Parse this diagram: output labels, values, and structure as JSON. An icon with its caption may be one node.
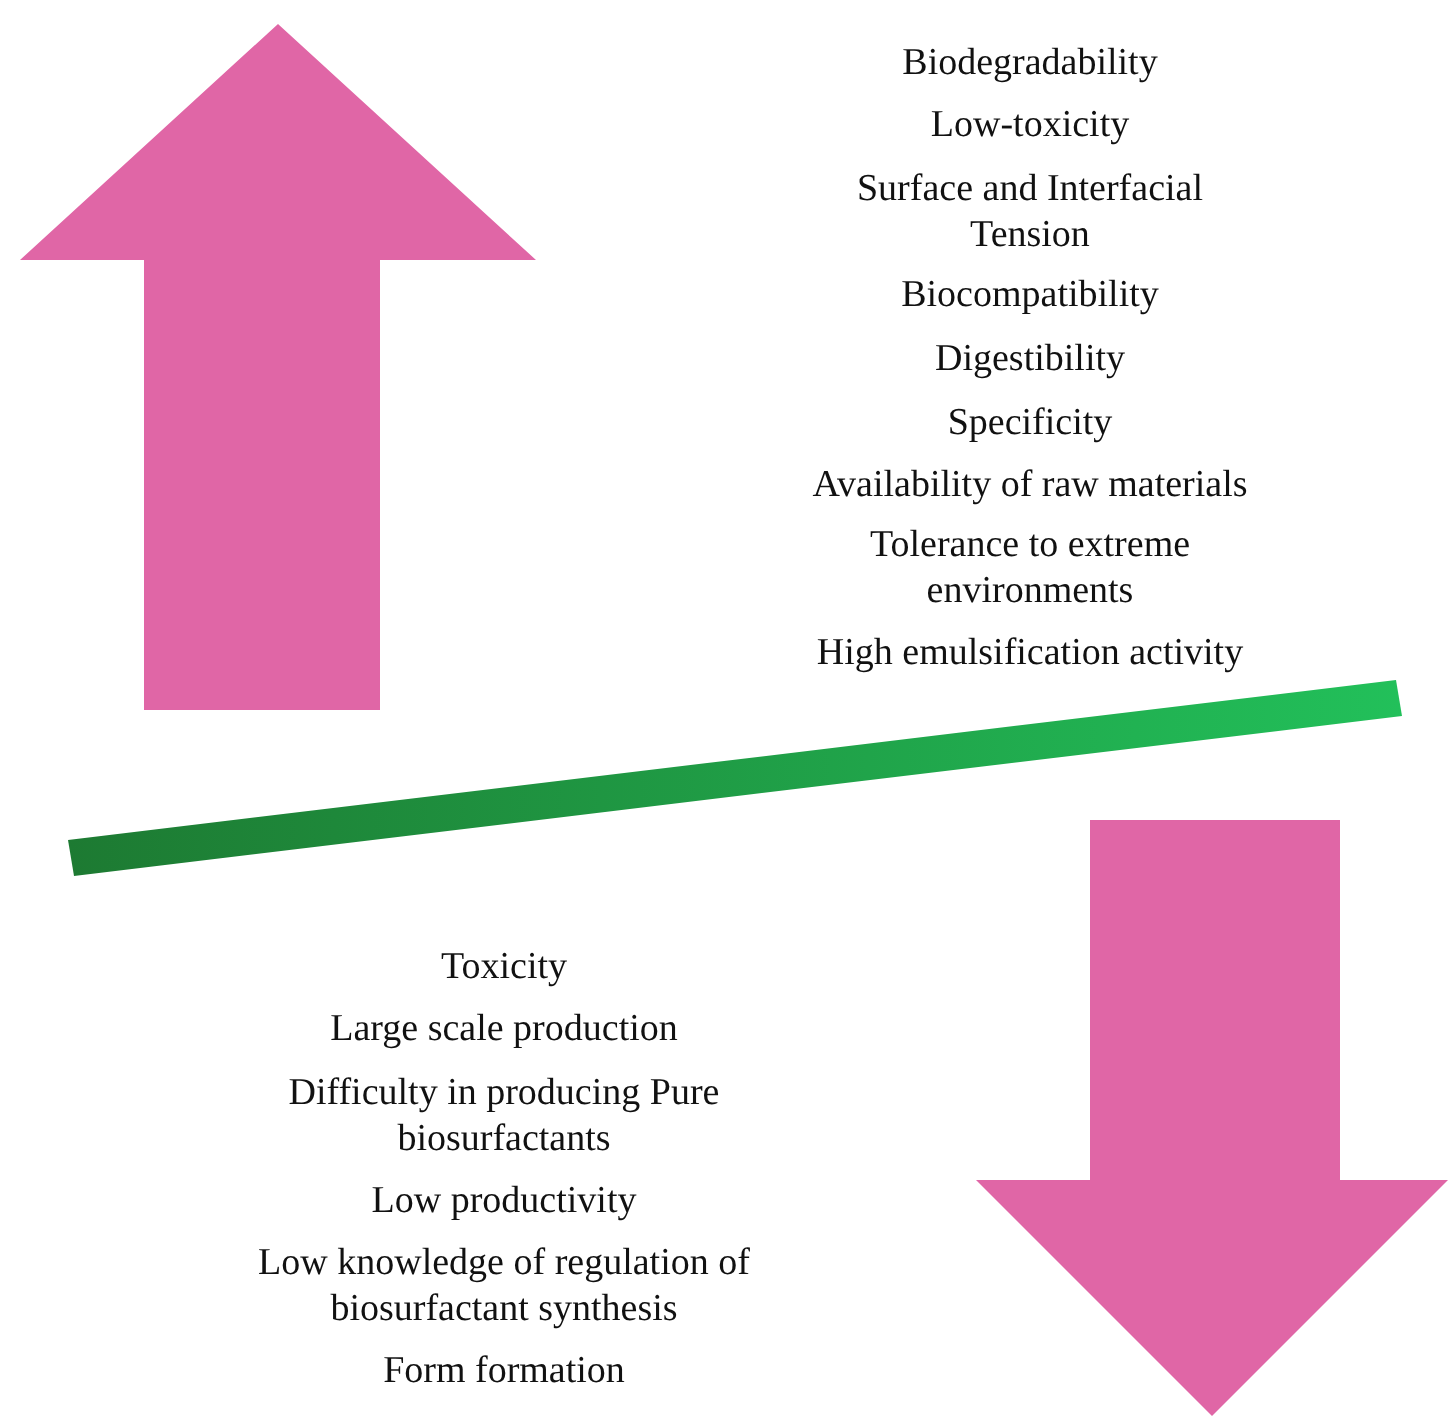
{
  "diagram": {
    "labels": [
      "Biodegradability",
      "Low-toxicity",
      "Surface and Interfacial Tension",
      "Biocompatibility",
      "Digestibility",
      "Specificity",
      "Availability of raw materials",
      "Tolerance to extreme environments",
      "High emulsification activity",
      "Toxicity",
      "Large scale production",
      "Difficulty in producing Pure biosurfactants",
      "Low productivity",
      "Low knowledge of regulation of biosurfactant synthesis",
      "Form formation"
    ]
  }
}
